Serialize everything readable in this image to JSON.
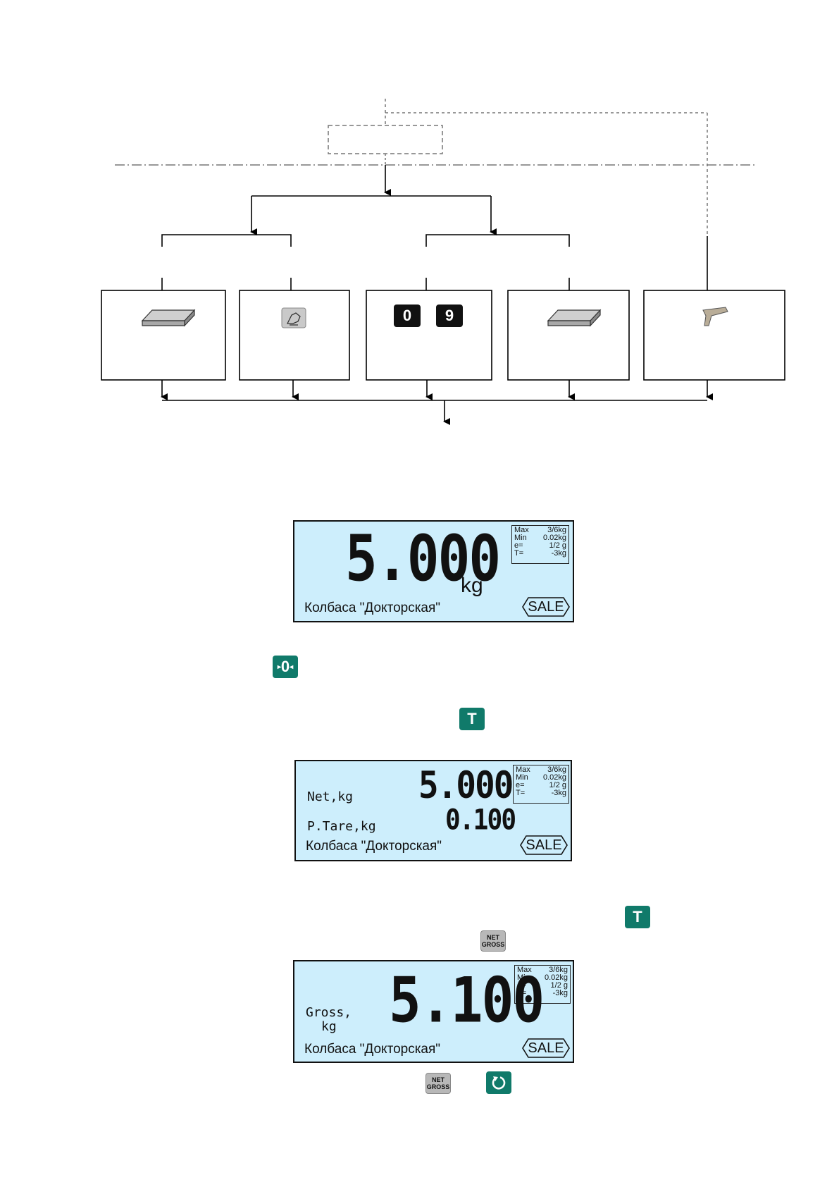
{
  "colors": {
    "lcd_background": "#cdeefc",
    "key_green": "#107a6a",
    "key_gray": "#b8b8b8"
  },
  "flowchart": {
    "digit_keys": [
      "0",
      "9"
    ],
    "icons": [
      "scale-platform-icon",
      "manual-entry-icon",
      "scale-platform-icon",
      "barcode-scanner-icon"
    ]
  },
  "displays": [
    {
      "weight": "5.000",
      "unit": "kg",
      "product": "Колбаса  \"Докторская\"",
      "mode": "SALE",
      "spec": [
        [
          "Max",
          "3/6kg"
        ],
        [
          "Min",
          "0.02kg"
        ],
        [
          "e=",
          "1/2 g"
        ],
        [
          "T=",
          "-3kg"
        ]
      ]
    },
    {
      "label_net": "Net,kg",
      "net_value": "5.000",
      "label_tare": "P.Tare,kg",
      "tare_value": "0.100",
      "product": "Колбаса  \"Докторская\"",
      "mode": "SALE",
      "spec": [
        [
          "Max",
          "3/6kg"
        ],
        [
          "Min",
          "0.02kg"
        ],
        [
          "e=",
          "1/2 g"
        ],
        [
          "T=",
          "-3kg"
        ]
      ]
    },
    {
      "label_gross_1": "Gross,",
      "label_gross_2": "kg",
      "gross_value": "5.100",
      "product": "Колбаса  \"Докторская\"",
      "mode": "SALE",
      "spec": [
        [
          "Max",
          "3/6kg"
        ],
        [
          "Min",
          "0.02kg"
        ],
        [
          "e=",
          "1/2 g"
        ],
        [
          "T=",
          "-3kg"
        ]
      ]
    }
  ],
  "keys": {
    "zero": "0",
    "tare": "T",
    "tare2": "T",
    "net_gross_top": "NET",
    "net_gross_bottom": "GROSS",
    "refresh_icon": "refresh-icon"
  }
}
